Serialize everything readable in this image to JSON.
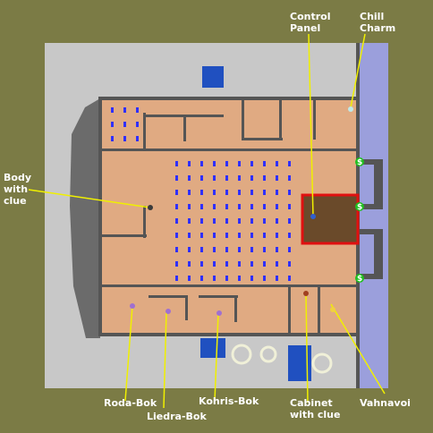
{
  "map": {
    "colors": {
      "background": "#7b7b45",
      "ground": "#c8c8c8",
      "snow": "#e2e2e2",
      "wall": "#555555",
      "floor": "#e0aa82",
      "water": "#2050c0",
      "river": "#9b9fdc",
      "callout_line": "#f0f000",
      "highlight": "#e01010",
      "panel_floor": "#6a4a2a",
      "flower": "#3030ff",
      "green_marker": "#20c020"
    },
    "labels": {
      "control_panel": "Control\nPanel",
      "chill_charm": "Chill\nCharm",
      "body_with_clue": "Body\nwith\nclue",
      "roda_bok": "Roda-Bok",
      "liedra_bok": "Liedra-Bok",
      "kohris_bok": "Kohris-Bok",
      "cabinet_with_clue": "Cabinet\nwith clue",
      "vahnavoi": "Vahnavoi"
    },
    "markers": {
      "door_symbol": "$"
    }
  }
}
